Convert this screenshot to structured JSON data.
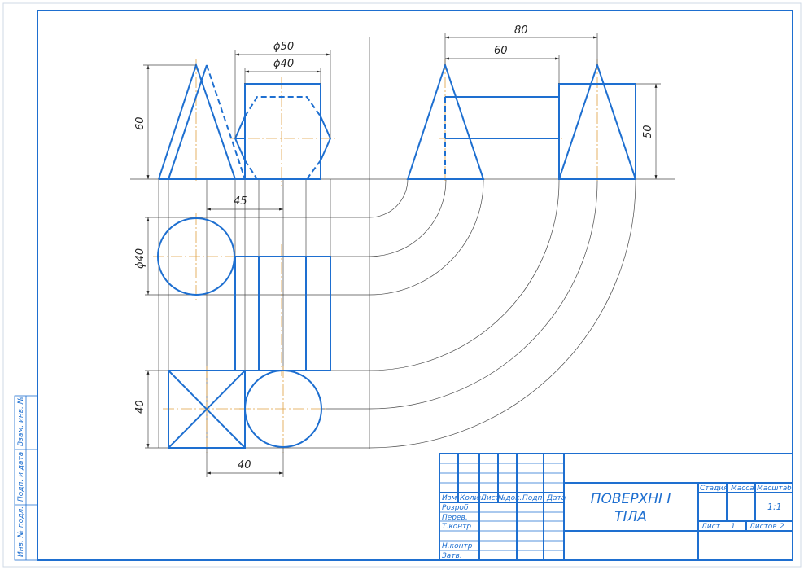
{
  "colors": {
    "main_line": "#1e6fd0",
    "thin_line": "#4a4a4a",
    "axis_line": "#e0a040"
  },
  "dimensions": {
    "d50": "ϕ50",
    "d40_top": "ϕ40",
    "h60": "60",
    "w80": "80",
    "w60": "60",
    "h50": "50",
    "w45": "45",
    "d40_side": "ϕ40",
    "h40": "40",
    "w40": "40"
  },
  "title_block": {
    "title_line1": "ПОВЕРХНІ І",
    "title_line2": "ТІЛА",
    "headers": [
      "Изм.",
      "Колич.",
      "Лист",
      "№док.",
      "Подп.",
      "Дата"
    ],
    "roles": [
      "Розроб",
      "Перев.",
      "Т.контр",
      "Н.контр",
      "Затв."
    ],
    "stage_label": "Стадия",
    "mass_label": "Масса",
    "scale_label": "Масштаб",
    "scale_value": "1:1",
    "sheet_label": "Лист",
    "sheet_value": "1",
    "sheets_label": "Листов",
    "sheets_value": "2"
  },
  "side_stamp": {
    "box1": "Инв. № подл.",
    "box2": "Подп. и дата",
    "box3": "Взам. инв. №"
  }
}
